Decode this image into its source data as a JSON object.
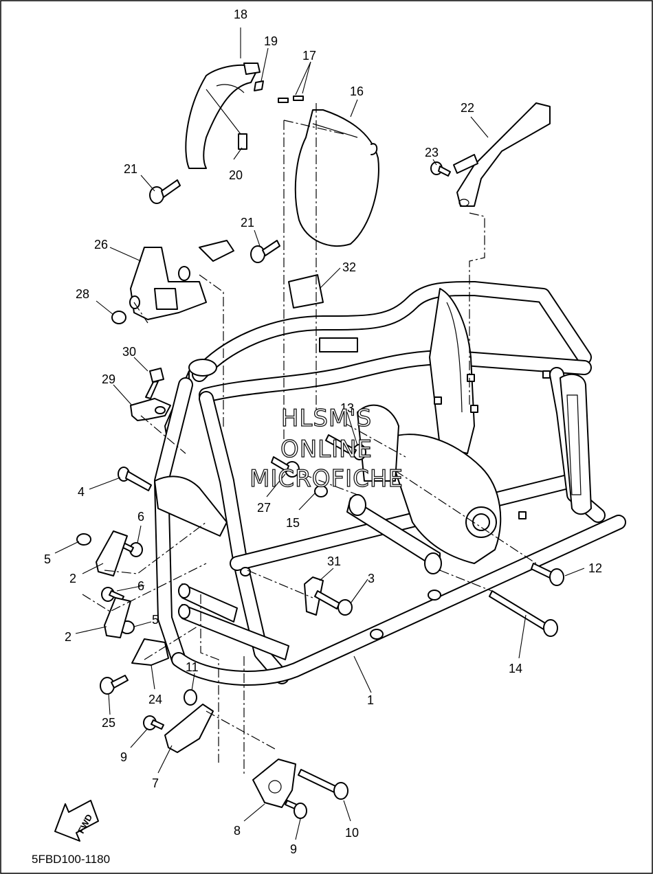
{
  "diagram": {
    "code": "5FBD100-1180",
    "watermark": [
      "HLSM'S",
      "ONLINE",
      "MICROFICHE"
    ],
    "fwd_label": "FWD",
    "callouts": [
      "1",
      "2",
      "2",
      "3",
      "4",
      "5",
      "5",
      "6",
      "6",
      "7",
      "8",
      "9",
      "9",
      "10",
      "11",
      "12",
      "13",
      "14",
      "15",
      "16",
      "17",
      "18",
      "19",
      "20",
      "21",
      "21",
      "22",
      "23",
      "24",
      "25",
      "26",
      "27",
      "28",
      "29",
      "30",
      "31",
      "32"
    ]
  }
}
